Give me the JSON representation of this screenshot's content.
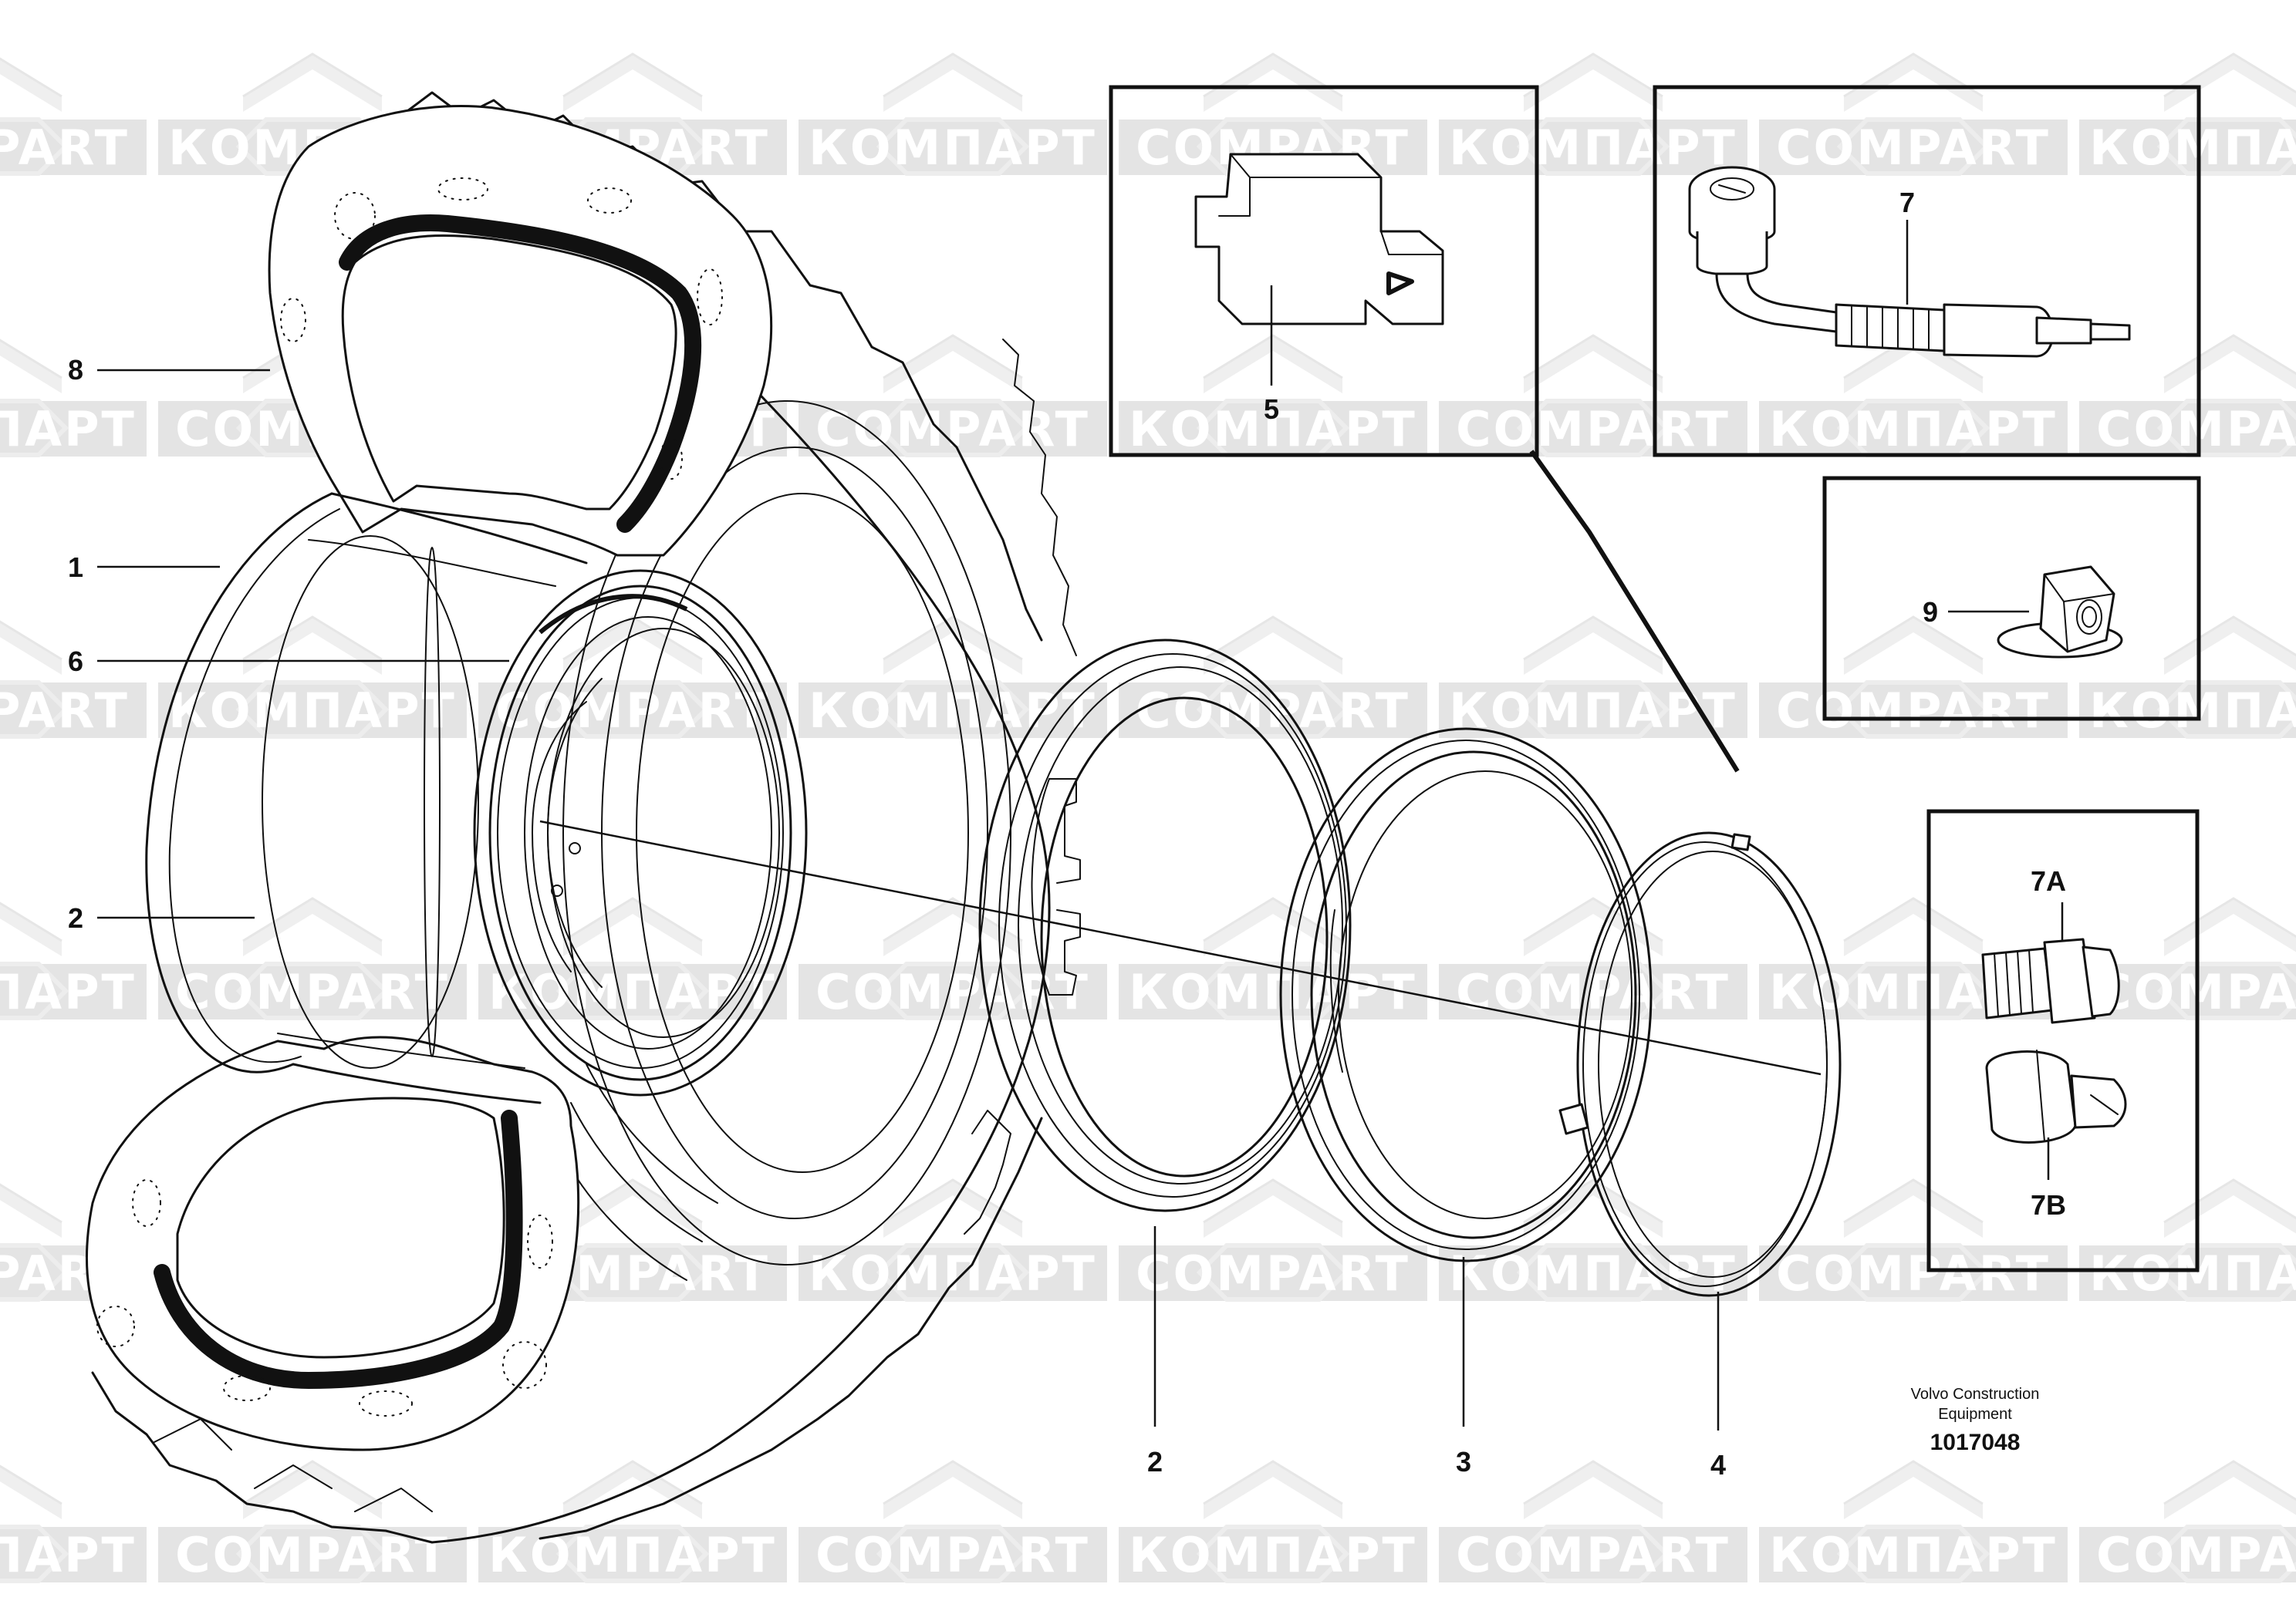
{
  "watermarks": [
    "COMPART",
    "КОМПАРТ"
  ],
  "callouts": {
    "c1": "1",
    "c2a": "2",
    "c2b": "2",
    "c3": "3",
    "c4": "4",
    "c5": "5",
    "c6": "6",
    "c7": "7",
    "c7a": "7A",
    "c7b": "7B",
    "c8": "8",
    "c9": "9"
  },
  "credit": {
    "line1": "Volvo Construction",
    "line2": "Equipment",
    "doc_number": "1017048"
  }
}
